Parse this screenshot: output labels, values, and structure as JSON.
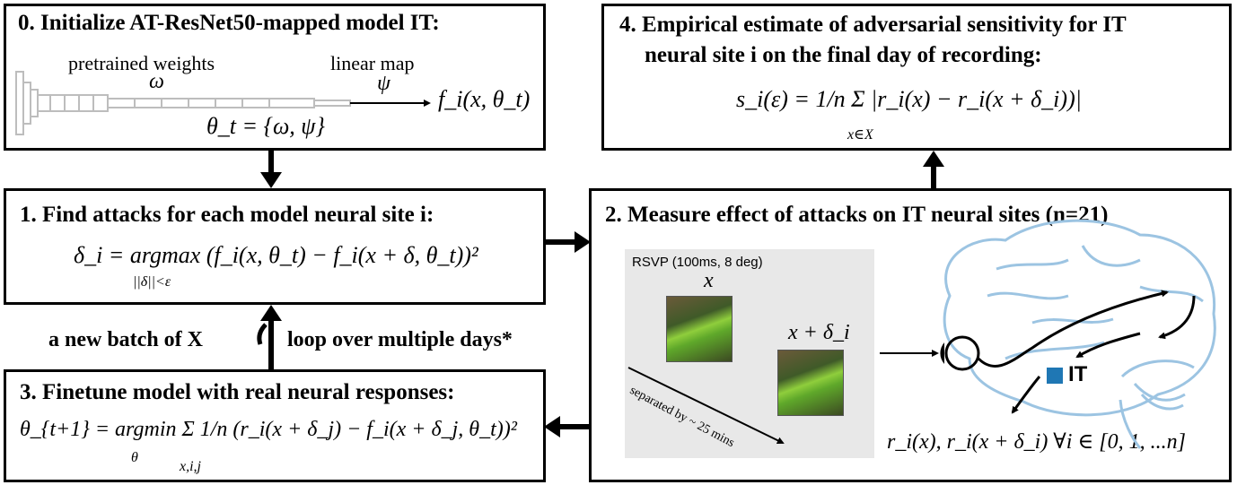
{
  "box0": {
    "title": "0. Initialize AT-ResNet50-mapped model IT:",
    "pretrained_label": "pretrained weights",
    "omega": "ω",
    "linear_label": "linear map",
    "psi": "ψ",
    "output": "f_i(x, θ_t)",
    "theta": "θ_t = {ω, ψ}"
  },
  "box1": {
    "title": "1. Find attacks for each model neural site i:",
    "equation": "δ_i = argmax (f_i(x, θ_t) − f_i(x + δ, θ_t))²",
    "subscript": "||δ||<ε"
  },
  "box2": {
    "title": "2. Measure effect of attacks on IT neural sites (n=21)",
    "rsvp_label": "RSVP (100ms, 8 deg)",
    "clean_label": "x",
    "adv_label": "x + δ_i",
    "separation_label": "separated by ~ 25 mins",
    "it_label": "IT",
    "responses": "r_i(x), r_i(x + δ_i) ∀i ∈ [0, 1, ...n]"
  },
  "box3": {
    "title": "3. Finetune model with real neural responses:",
    "equation": "θ_{t+1} = argmin Σ 1/n (r_i(x + δ_j) − f_i(x + δ_j, θ_t))²",
    "subscript_theta": "θ",
    "subscript_sum": "x,i,j"
  },
  "box4": {
    "title_line1": "4. Empirical estimate of adversarial sensitivity for IT",
    "title_line2": "neural site i on the final day of recording:",
    "equation": "s_i(ε) = 1/n Σ |r_i(x) − r_i(x + δ_i))|",
    "subscript": "x∈X"
  },
  "loop": {
    "left_label": "a new batch of X",
    "right_label": "loop over multiple days*"
  },
  "colors": {
    "brain": "#9cc4e2",
    "it_marker": "#1f77b4",
    "border": "#000000",
    "panel_bg": "#e8e8e8"
  }
}
